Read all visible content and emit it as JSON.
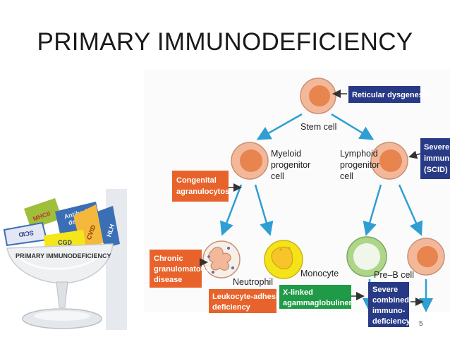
{
  "slide": {
    "title": "PRIMARY IMMUNODEFICIENCY",
    "page_number": "5"
  },
  "colors": {
    "navy": "#283a86",
    "orange": "#e8632b",
    "green": "#1f9a46",
    "arrow": "#2f9ed3",
    "cell_peach": "#f3b89a",
    "nucleus": "#e8844e",
    "monocyte_yellow": "#f5e319",
    "preb_green": "#aed68a"
  },
  "cells": {
    "stem": "Stem cell",
    "myeloid": [
      "Myeloid",
      "progenitor",
      "cell"
    ],
    "lymphoid": [
      "Lymphoid",
      "progenitor",
      "cell"
    ],
    "neutrophil": "Neutrophil",
    "monocyte": "Monocyte",
    "preb": "Pre–B cell"
  },
  "disorders": {
    "reticular": "Reticular dysgenesis",
    "scid_top": [
      "Severe",
      "immun",
      "(SCID)"
    ],
    "congenital": [
      "Congenital",
      "agranulocytosis"
    ],
    "cgd": [
      "Chronic",
      "granulomatous",
      "disease"
    ],
    "lad": [
      "Leukocyte-adhesion",
      "deficiency"
    ],
    "xla": [
      "X-linked",
      "agammaglobulinemia"
    ],
    "scid_bottom": [
      "Severe",
      "combined",
      "immuno-",
      "deficiency"
    ]
  },
  "cup": {
    "label": "PRIMARY IMMUNODEFICIENCY",
    "cards": {
      "mhc": "MHCII",
      "antibody": [
        "Antibody",
        "deficie..."
      ],
      "cvid": "CVID",
      "hlh": "HLH",
      "scid": "SCID",
      "cgd": "CGD"
    }
  }
}
